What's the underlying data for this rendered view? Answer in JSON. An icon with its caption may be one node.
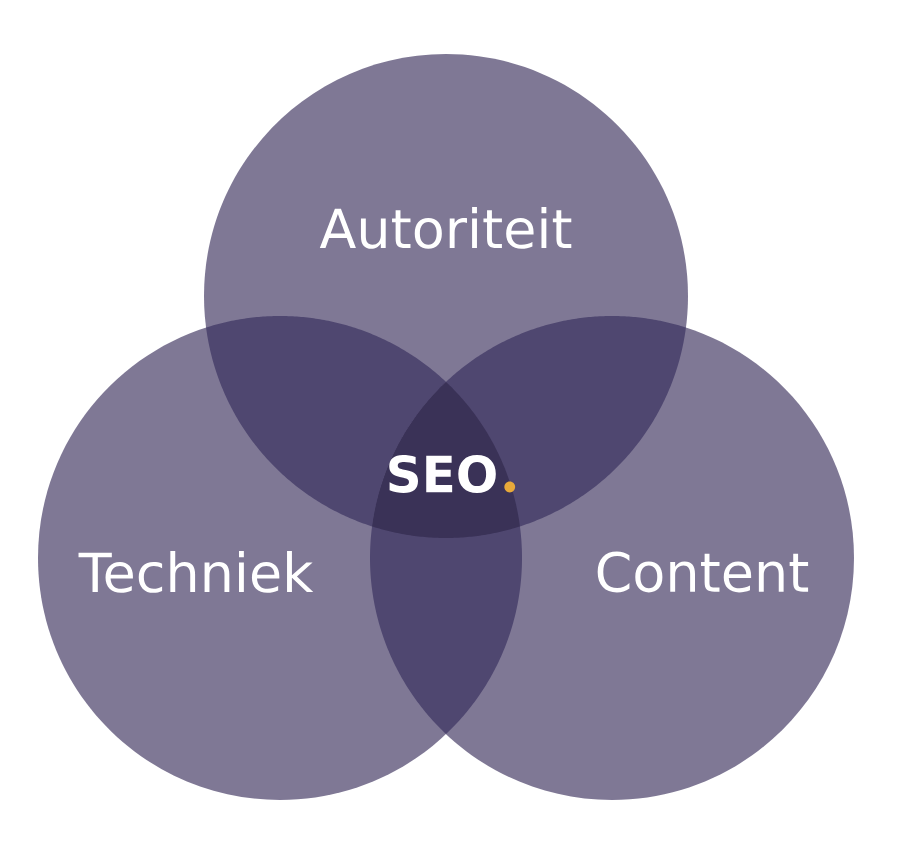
{
  "diagram": {
    "nodes": [
      {
        "text": [
          "Autoriteit"
        ]
      },
      {
        "text": [
          "Techniek"
        ]
      },
      {
        "text": [
          "Content"
        ]
      }
    ],
    "labels": [
      "SEO"
    ]
  }
}
